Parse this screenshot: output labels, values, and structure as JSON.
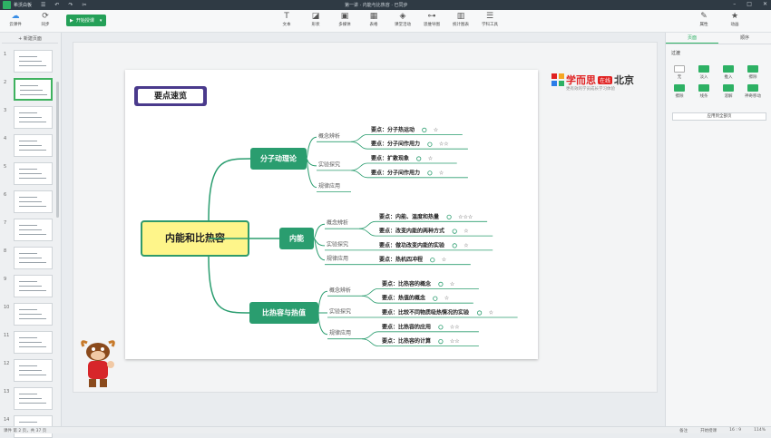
{
  "app": {
    "name": "希沃白板",
    "doc_title": "第一讲 · 内能与比热容 · 已同步"
  },
  "toolbar": {
    "cloud_label": "云课件",
    "sync_label": "同步",
    "start_label": "开始授课",
    "tools": [
      "文本",
      "形状",
      "多媒体",
      "表格",
      "课堂活动",
      "思维导图",
      "统计图表",
      "学科工具"
    ],
    "right_tools": [
      "属性",
      "动画"
    ]
  },
  "left_panel": {
    "new_page": "+ 新建页面",
    "thumb_numbers": [
      "1",
      "2",
      "3",
      "4",
      "5",
      "6",
      "7",
      "8",
      "9",
      "10",
      "11",
      "12",
      "13",
      "14"
    ]
  },
  "right_panel": {
    "tabs": [
      "页面",
      "顺序"
    ],
    "section": "过渡",
    "transitions": [
      "无",
      "淡入",
      "推入",
      "擦除",
      "擦除",
      "线条",
      "溶解",
      "神奇移动"
    ],
    "apply_all": "应用到全部页"
  },
  "status": {
    "page_info": "课件 第 2 页，共 37 页",
    "notes": "备注",
    "start": "开始授课",
    "ratio": "16 : 9",
    "zoom": "114%"
  },
  "brand": {
    "name": "学而思",
    "badge": "在线",
    "city": "北京",
    "slogan": "更有效的学员成长学习体验"
  },
  "slide": {
    "title_tag": "要点速览",
    "root": "内能和比热容",
    "branches": [
      {
        "name": "分子动理论",
        "groups": [
          {
            "label": "概念辨析",
            "items": [
              {
                "text": "要点：分子热运动",
                "stars": "☆"
              },
              {
                "text": "要点：分子间作用力",
                "stars": "☆☆"
              }
            ]
          },
          {
            "label": "实验探究",
            "items": [
              {
                "text": "要点：扩散现象",
                "stars": "☆"
              },
              {
                "text": "要点：分子间作用力",
                "stars": "☆"
              }
            ]
          },
          {
            "label": "规律应用",
            "items": []
          }
        ]
      },
      {
        "name": "内能",
        "groups": [
          {
            "label": "概念辨析",
            "items": [
              {
                "text": "要点：内能、温度和热量",
                "stars": "☆☆☆"
              },
              {
                "text": "要点：改变内能的两种方式",
                "stars": "☆"
              }
            ]
          },
          {
            "label": "实验探究",
            "items": [
              {
                "text": "要点：做功改变内能的实验",
                "stars": "☆"
              }
            ]
          },
          {
            "label": "规律应用",
            "items": [
              {
                "text": "要点：热机四冲程",
                "stars": "☆"
              }
            ]
          }
        ]
      },
      {
        "name": "比热容与热值",
        "groups": [
          {
            "label": "概念辨析",
            "items": [
              {
                "text": "要点：比热容的概念",
                "stars": "☆"
              },
              {
                "text": "要点：热值的概念",
                "stars": "☆"
              }
            ]
          },
          {
            "label": "实验探究",
            "items": [
              {
                "text": "要点：比较不同物质吸热情况的实验",
                "stars": "☆"
              }
            ]
          },
          {
            "label": "规律应用",
            "items": [
              {
                "text": "要点：比热容的应用",
                "stars": "☆☆"
              },
              {
                "text": "要点：比热容的计算",
                "stars": "☆☆"
              }
            ]
          }
        ]
      }
    ]
  }
}
